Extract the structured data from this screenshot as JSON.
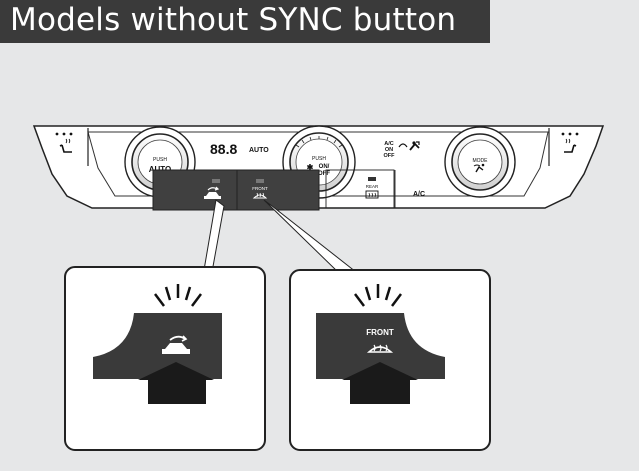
{
  "header": {
    "title": "Models without SYNC button"
  },
  "panel": {
    "left_knob": {
      "top_label": "PUSH",
      "main_label": "AUTO"
    },
    "temp_display": "88.8",
    "auto_indicator": "AUTO",
    "center_knob": {
      "top_label": "PUSH",
      "main_label": "ON/\nOFF",
      "on_label": "ON/",
      "off_label": "OFF"
    },
    "ac_max": {
      "line1": "A/C",
      "line2": "ON",
      "line3": "OFF"
    },
    "right_knob": {
      "top_label": "MODE"
    },
    "front_defrost_label": "FRONT",
    "rear_defrost_label": "REAR",
    "ac_button_label": "A/C"
  },
  "callouts": [
    {
      "name": "recirculation-callout",
      "label": ""
    },
    {
      "name": "front-defrost-callout",
      "label": "FRONT"
    }
  ],
  "icons": [
    "seat-heater-icon",
    "recirculation-icon",
    "front-defrost-icon",
    "rear-defrost-icon",
    "fan-icon",
    "air-mode-icon",
    "press-arrow-icon"
  ]
}
